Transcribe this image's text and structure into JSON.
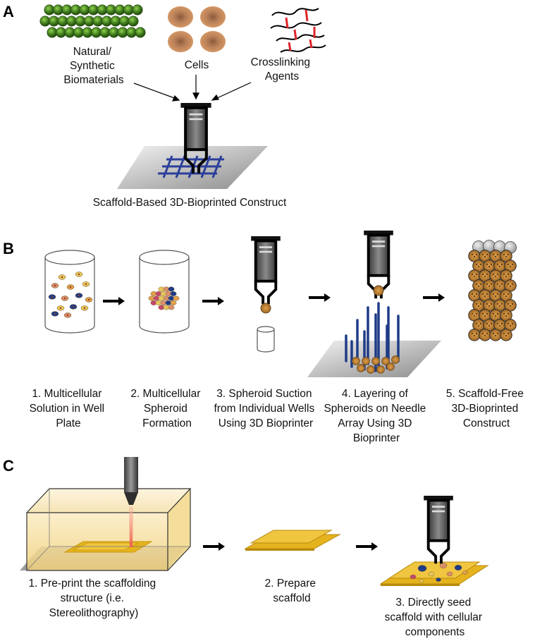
{
  "panels": {
    "a": {
      "letter": "A",
      "ingredients": [
        {
          "name": "biomaterials",
          "lines": [
            "Natural/",
            "Synthetic",
            "Biomaterials"
          ]
        },
        {
          "name": "cells",
          "lines": [
            "Cells"
          ]
        },
        {
          "name": "crosslinkers",
          "lines": [
            "Crosslinking",
            "Agents"
          ]
        }
      ],
      "caption": "Scaffold-Based 3D-Bioprinted Construct"
    },
    "b": {
      "letter": "B",
      "steps": [
        {
          "lines": [
            "1. Multicellular",
            "Solution in Well",
            "Plate"
          ]
        },
        {
          "lines": [
            "2. Multicellular",
            "Spheroid",
            "Formation"
          ]
        },
        {
          "lines": [
            "3. Spheroid Suction",
            "from Individual Wells",
            "Using 3D Bioprinter"
          ]
        },
        {
          "lines": [
            "4. Layering of",
            "Spheroids on Needle",
            "Array Using 3D",
            "Bioprinter"
          ]
        },
        {
          "lines": [
            "5. Scaffold-Free",
            "3D-Bioprinted",
            "Construct"
          ]
        }
      ]
    },
    "c": {
      "letter": "C",
      "steps": [
        {
          "lines": [
            "1. Pre-print the scaffolding",
            "structure (i.e.",
            "Stereolithography)"
          ]
        },
        {
          "lines": [
            "2. Prepare",
            "scaffold"
          ]
        },
        {
          "lines": [
            "3. Directly seed",
            "scaffold with cellular",
            "components"
          ]
        }
      ]
    }
  },
  "colors": {
    "biomaterial_green": "#3f7a1c",
    "cell_orange": "#c98a58",
    "crosslink_red": "#e0242a",
    "mesh_blue": "#2b3f9a",
    "needle_blue": "#1f3c88",
    "scaffold_yellow": "#e4b31e",
    "tank_yellow": "#f6dc95",
    "laser_red": "#f0604a"
  },
  "icons": [
    "syringe-icon",
    "petri-well-icon",
    "needle-array-icon",
    "spheroid-icon",
    "laser-nozzle-icon"
  ]
}
